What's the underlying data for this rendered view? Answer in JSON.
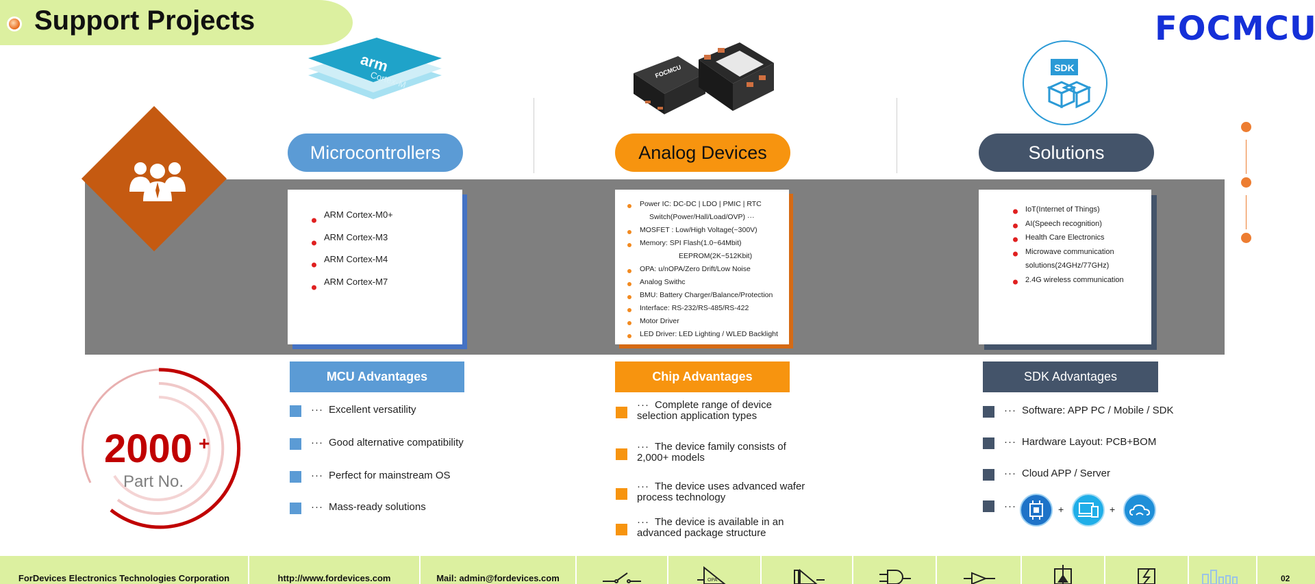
{
  "header": {
    "title": "Support Projects",
    "logo": "FOCMCU"
  },
  "categories": {
    "mcu": {
      "label": "Microcontrollers",
      "image_caption": "Cortex-M",
      "image_brand": "arm"
    },
    "analog": {
      "label": "Analog Devices",
      "chip_brand": "FOCMCU"
    },
    "solutions": {
      "label": "Solutions",
      "badge": "SDK"
    }
  },
  "mcu_card": [
    "ARM Cortex-M0+",
    "ARM Cortex-M3",
    "ARM Cortex-M4",
    "ARM Cortex-M7"
  ],
  "analog_card": {
    "power": "Power IC: DC-DC | LDO | PMIC | RTC",
    "power_cont": "Switch(Power/Hall/Load/OVP) ···",
    "mosfet": "MOSFET : Low/High Voltage(~300V)",
    "memory": "Memory: SPI Flash(1.0~64Mbit)",
    "memory_cont": "EEPROM(2K~512Kbit)",
    "opa": "OPA: u/nOPA/Zero Drift/Low Noise",
    "switch": "Analog Swithc",
    "bmu": "BMU: Battery Charger/Balance/Protection",
    "interface": "Interface: RS-232/RS-485/RS-422",
    "motor": "Motor Driver",
    "led": "LED Driver: LED Lighting / WLED Backlight"
  },
  "solutions_card": {
    "iot": "IoT(Internet of Things)",
    "ai": "AI(Speech recognition)",
    "health": "Health Care Electronics",
    "microwave": "Microwave communication",
    "microwave_cont": "solutions(24GHz/77GHz)",
    "wireless": "2.4G wireless communication"
  },
  "mcu_adv": {
    "title": "MCU Advantages",
    "items": [
      "Excellent versatility",
      "Good alternative compatibility",
      "Perfect for mainstream OS",
      "Mass-ready solutions"
    ]
  },
  "chip_adv": {
    "title": "Chip Advantages",
    "items": [
      {
        "l1": "Complete range of device",
        "l2": "selection application types"
      },
      {
        "l1": "The device family consists of",
        "l2": "2,000+ models"
      },
      {
        "l1": "The device uses advanced wafer",
        "l2": "process technology"
      },
      {
        "l1": "The device is available in an",
        "l2": "advanced package structure"
      }
    ]
  },
  "sdk_adv": {
    "title": "SDK Advantages",
    "items": [
      "Software: APP PC / Mobile / SDK",
      "Hardware Layout: PCB+BOM",
      "Cloud APP / Server"
    ],
    "plus": "+"
  },
  "ellipsis": "···",
  "stat": {
    "number": "2000",
    "plus": "+",
    "label": "Part No."
  },
  "footer": {
    "company": "ForDevices Electronics Technologies Corporation",
    "url": "http://www.fordevices.com",
    "mail": "Mail: admin@fordevices.com",
    "page": "02",
    "opa_label": "OPA"
  },
  "colors": {
    "mcu": "#5b9bd5",
    "analog": "#f7940f",
    "solutions": "#44546a",
    "accent": "#c55a11",
    "stat": "#c00000",
    "footer_bg": "#dcf0a0"
  }
}
